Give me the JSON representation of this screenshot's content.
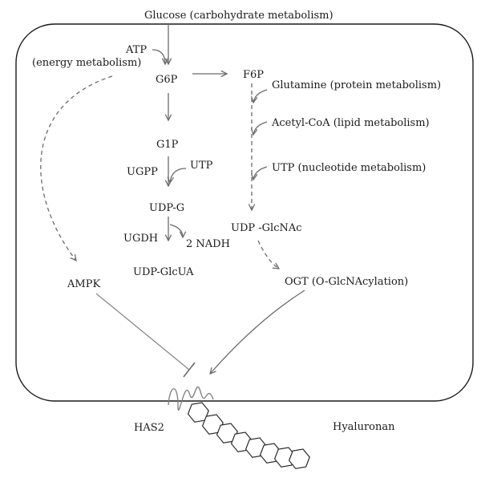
{
  "labels": {
    "glucose": "Glucose (carbohydrate metabolism)",
    "atp": "ATP",
    "energy": "(energy metabolism)",
    "g6p": "G6P",
    "f6p": "F6P",
    "glutamine": "Glutamine (protein metabolism)",
    "acetyl": "Acetyl-CoA (lipid metabolism)",
    "utp_nuc": "UTP (nucleotide metabolism)",
    "g1p": "G1P",
    "ugpp": "UGPP",
    "utp": "UTP",
    "udpg": "UDP-G",
    "udpglcnac": "UDP -GlcNAc",
    "ugdh": "UGDH",
    "nadh": "2 NADH",
    "udpglcua": "UDP-GlcUA",
    "ampk": "AMPK",
    "ogt": "OGT (O-GlcNAcylation)",
    "has2": "HAS2",
    "hyaluronan": "Hyaluronan"
  },
  "colors": {
    "arrow": "#6b6b6b",
    "text": "#1a1a1a",
    "membrane": "#1a1a1a"
  }
}
